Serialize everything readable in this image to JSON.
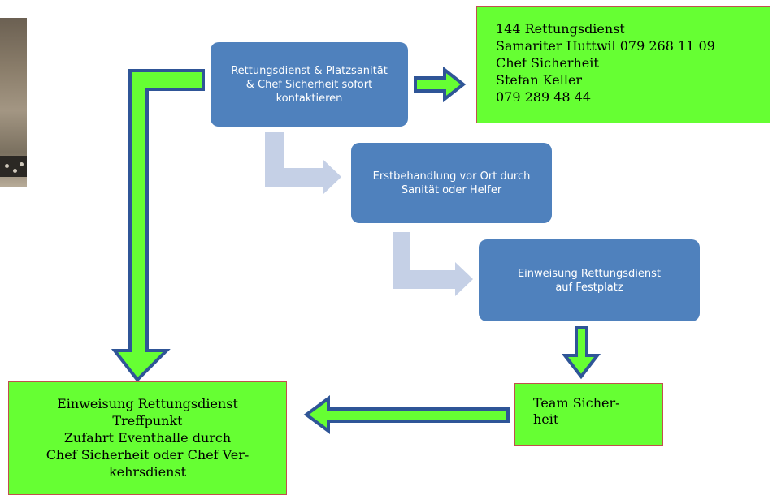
{
  "diagram": {
    "box_contact": "Rettungsdienst & Platzsanität\n& Chef Sicherheit  sofort\nkontaktieren",
    "box_first_aid": "Erstbehandlung vor Ort durch\nSanität oder Helfer",
    "box_briefing": "Einweisung Rettungsdienst\nauf Festplatz",
    "contacts": "144  Rettungsdienst\nSamariter Huttwil 079 268 11 09\nChef Sicherheit\nStefan Keller\n079 289 48 44",
    "team": "Team Sicher-\nheit",
    "meeting_point": "Einweisung Rettungsdienst\nTreffpunkt\nZufahrt Eventhalle durch\nChef Sicherheit oder Chef Ver-\nkehrsdienst"
  },
  "colors": {
    "blue_box": "#4f81bd",
    "green_box": "#66ff33",
    "green_border": "#c0504d",
    "arrow_outline": "#2f5597",
    "pale_arrow": "#c5d0e6"
  }
}
